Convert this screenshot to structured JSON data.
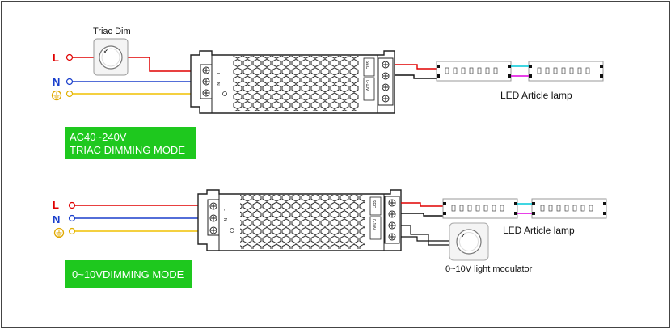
{
  "wires": {
    "l_label": "L",
    "n_label": "N",
    "ground_symbol": "⏚",
    "colors": {
      "live": "#e00000",
      "neutral": "#1a3fcc",
      "ground": "#f0c000",
      "signal_pos": "#00c8d8",
      "signal_neg": "#e000e0"
    }
  },
  "driver": {
    "terminal_l": "L",
    "terminal_n": "N",
    "sec_label": "SEC",
    "dim_label": "0-10V"
  },
  "diagram1": {
    "dimmer_label": "Triac Dim",
    "mode_line1": "AC40~240V",
    "mode_line2": "TRIAC DIMMING MODE",
    "lamp_label": "LED  Article lamp"
  },
  "diagram2": {
    "mode_line1": "0~10VDIMMING MODE",
    "lamp_label": "LED  Article lamp",
    "modulator_label": "0~10V light modulator"
  },
  "mode_box_color": "#1ec81e"
}
